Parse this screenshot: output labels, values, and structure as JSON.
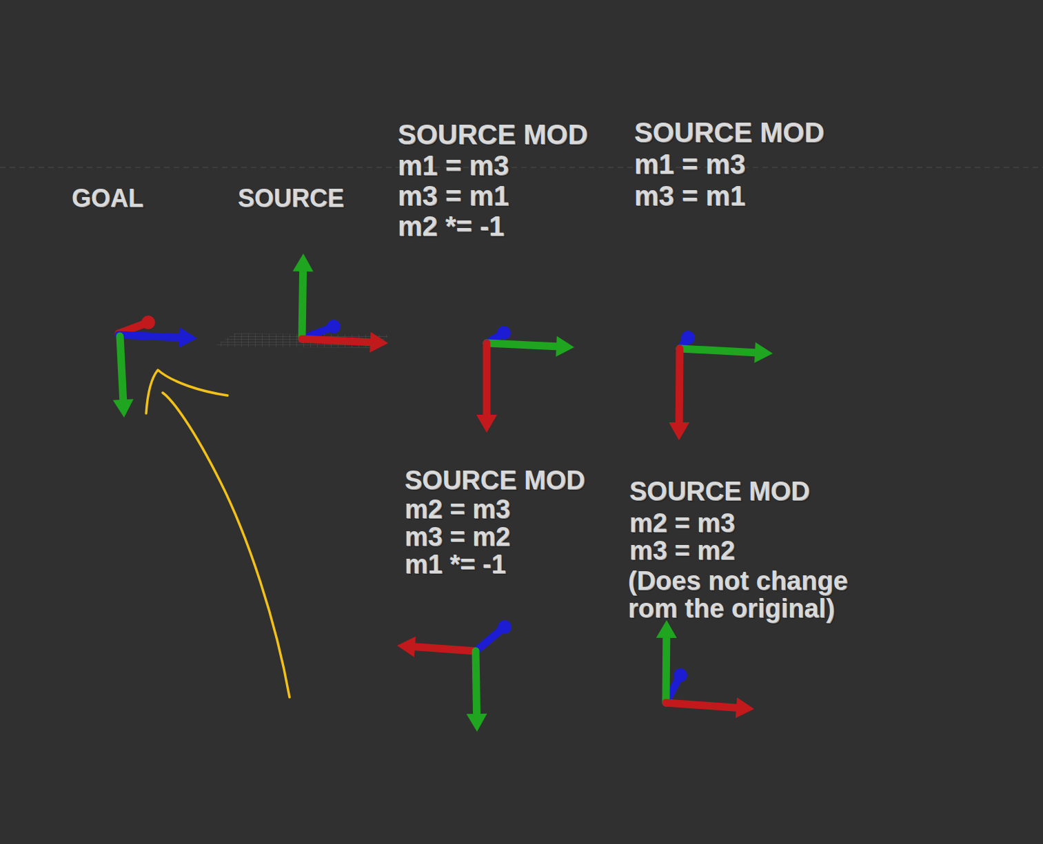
{
  "diagram": {
    "labels": [
      "GOAL",
      "SOURCE",
      "SOURCE MOD",
      "m1 = m3",
      "m3 = m1",
      "m2 *= -1",
      "SOURCE MOD",
      "m1 = m3",
      "m3 = m1",
      "SOURCE MOD",
      "m2 = m3",
      "m3 = m2",
      "m1 *= -1",
      "SOURCE MOD",
      "m2 = m3",
      "m3 = m2",
      "(Does not change",
      "rom the original)"
    ]
  }
}
